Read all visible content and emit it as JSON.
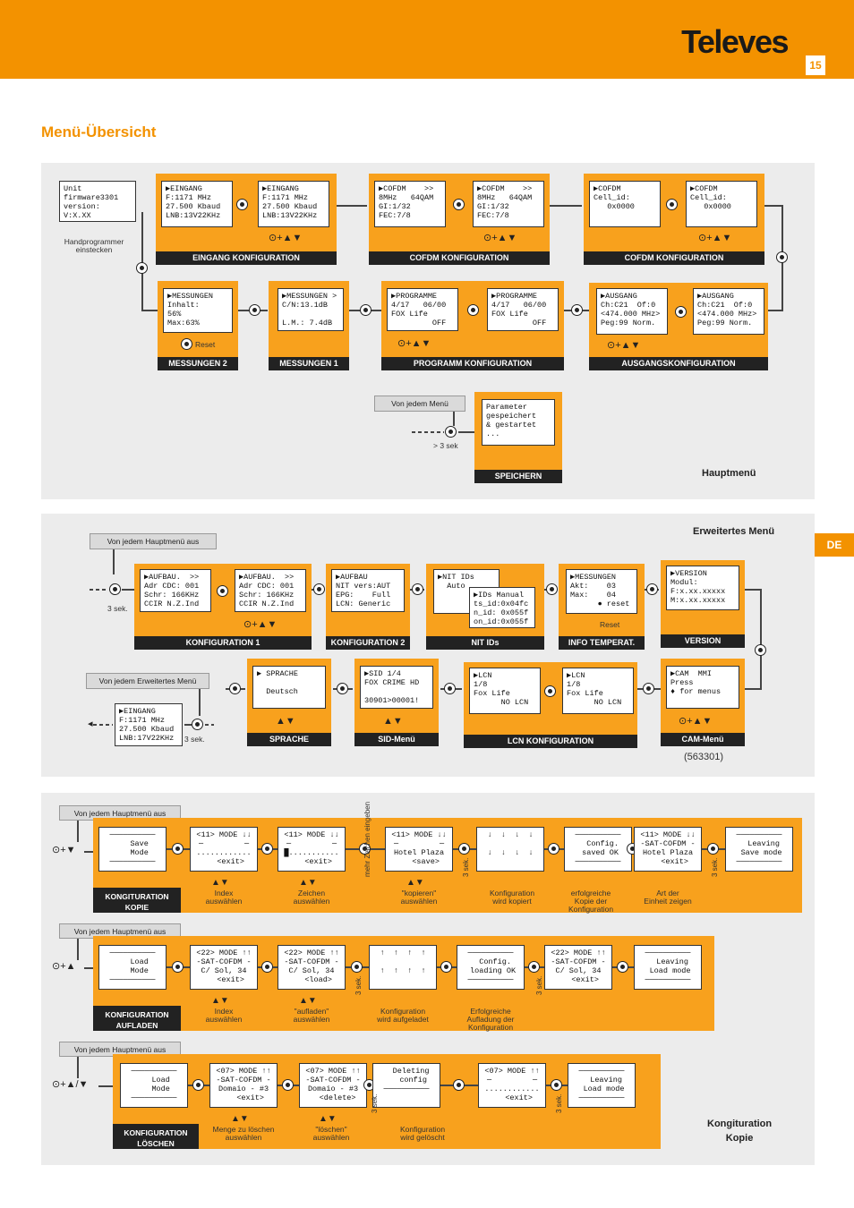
{
  "header": {
    "brand": "Televes",
    "page_number": "15"
  },
  "page_title": "Menü-Übersicht",
  "lang_tab": "DE",
  "main_menu": {
    "label": "Hauptmenü",
    "unit_screen": "Unit\nfirmware3301\nversion:\nV:X.XX",
    "unit_note": "Handprogrammer\neinstecken",
    "eingang": {
      "caption": "EINGANG KONFIGURATION",
      "s1": "▶EINGANG\nF:1171 MHz\n27.500 Kbaud\nLNB:13V22KHz",
      "s2": "▶EINGANG\nF:1171 MHz\n27.500 Kbaud\nLNB:13V22KHz"
    },
    "cofdm1": {
      "caption": "COFDM KONFIGURATION",
      "s1": "▶COFDM    >>\n8MHz   64QAM\nGI:1/32\nFEC:7/8",
      "s2": "▶COFDM    >>\n8MHz   64QAM\nGI:1/32\nFEC:7/8"
    },
    "cofdm2": {
      "caption": "COFDM KONFIGURATION",
      "s1": "▶COFDM\nCell_id:\n   0x0000",
      "s2": "▶COFDM\nCell_id:\n   0x0000"
    },
    "mess2": {
      "caption": "MESSUNGEN 2",
      "s1": "▶MESSUNGEN\nInhalt:\n56%\nMax:63%",
      "reset": "Reset"
    },
    "mess1": {
      "caption": "MESSUNGEN 1",
      "s1": "▶MESSUNGEN >\nC/N:13.1dB\n\nL.M.: 7.4dB"
    },
    "prog": {
      "caption": "PROGRAMM KONFIGURATION",
      "s1": "▶PROGRAMME\n4/17   06/00\nFOX Life\n         OFF",
      "s2": "▶PROGRAMME\n4/17   06/00\nFOX Life\n         OFF"
    },
    "ausgang": {
      "caption": "AUSGANGSKONFIGURATION",
      "s1": "▶AUSGANG\nCh:C21  Of:0\n<474.000 MHz>\nPeg:99 Norm.",
      "s2": "▶AUSGANG\nCh:C21  Of:0\n<474.000 MHz>\nPeg:99 Norm."
    },
    "speichern": {
      "caption": "SPEICHERN",
      "s1": "Parameter\ngespeichert\n& gestartet\n...",
      "from": "Von jedem Menü",
      "note": "> 3 sek"
    }
  },
  "ext_menu": {
    "label": "Erweitertes Menü",
    "from": "Von jedem Hauptmenü aus",
    "from2": "Von jedem Erweitertes Menü",
    "sek": "3 sek.",
    "sek2": "3 sek.",
    "eingang_screen": "▶EINGANG\nF:1171 MHz\n27.500 Kbaud\nLNB:17V22KHz",
    "konf1": {
      "caption": "KONFIGURATION 1",
      "s1": "▶AUFBAU.  >>\nAdr CDC: 001\nSchr: 166KHz\nCCIR N.Z.Ind",
      "s2": "▶AUFBAU.  >>\nAdr CDC: 001\nSchr: 166KHz\nCCIR N.Z.Ind"
    },
    "konf2": {
      "caption": "KONFIGURATION 2",
      "s1": "▶AUFBAU\nNIT vers:AUT\nEPG:    Full\nLCN: Generic"
    },
    "nit": {
      "caption": "NIT IDs",
      "s1": "▶NIT IDs\n  Auto",
      "s2": "▶IDs Manual\nts_id:0x04fc\nn_id: 0x055f\non_id:0x055f"
    },
    "info": {
      "caption": "INFO TEMPERAT.",
      "s1": "▶MESSUNGEN\nAkt:    03\nMax:    04\n      ● reset",
      "reset": "Reset"
    },
    "version": {
      "caption": "VERSION",
      "s1": "▶VERSION\nModul:\nF:x.xx.xxxxx\nM:x.xx.xxxxx"
    },
    "sprache": {
      "caption": "SPRACHE",
      "s1": "▶ SPRACHE\n\n  Deutsch"
    },
    "sid": {
      "caption": "SID-Menü",
      "s1": "▶SID 1/4\nFOX CRIME HD\n\n30901>00001!"
    },
    "lcn": {
      "caption": "LCN KONFIGURATION",
      "s1": "▶LCN\n1/8\nFox Life\n      NO LCN",
      "s2": "▶LCN\n1/8\nFox Life\n      NO LCN"
    },
    "cam": {
      "caption": "CAM-Menü",
      "s1": "▶CAM  MMI\nPress\n♦ for menus"
    },
    "model": "(563301)"
  },
  "copy": {
    "label": "Kongituration\nKopie",
    "from": "Von jedem Hauptmenü aus",
    "kopie": {
      "caption": "KONGITURATION\nKOPIE",
      "screens": [
        "──────────\n   Save\n   Mode\n──────────",
        "<11> MODE ↓↓\n─         ─\n............\n   <exit>",
        "<11> MODE ↓↓\n─         ─\n█...........\n   <exit>",
        "<11> MODE ↓↓\n─         ─\nHotel Plaza\n   <save>",
        "↓  ↓  ↓  ↓\n\n↓  ↓  ↓  ↓",
        "──────────\n  Config.\n saved OK\n──────────",
        "<11> MODE ↓↓\n-SAT-COFDM -\nHotel Plaza\n   <exit>",
        "──────────\n  Leaving\n Save mode\n──────────"
      ],
      "notes": [
        "Index\nauswählen",
        "Zeichen\nauswählen",
        "mehr Zeichen\neingeben",
        "\"kopieren\"\nauswählen",
        "3 sek.",
        "Konfiguration\nwird kopiert",
        "erfolgreiche\nKopie der\nKonfiguration",
        "Art der\nEinheit zeigen",
        "3 sek."
      ]
    },
    "laden": {
      "caption": "KONFIGURATION\nAUFLADEN",
      "screens": [
        "──────────\n   Load\n   Mode\n──────────",
        "<22> MODE ↑↑\n-SAT-COFDM -\nC/ Sol, 34\n   <exit>",
        "<22> MODE ↑↑\n-SAT-COFDM -\nC/ Sol, 34\n   <load>",
        "↑  ↑  ↑  ↑\n\n↑  ↑  ↑  ↑",
        "──────────\n  Config.\n loading OK\n──────────",
        "<22> MODE ↑↑\n-SAT-COFDM -\nC/ Sol, 34\n   <exit>",
        "──────────\n  Leaving\n Load mode\n──────────"
      ],
      "notes": [
        "Index\nauswählen",
        "\"aufladen\"\nauswählen",
        "3 sek.",
        "Konfiguration\nwird aufgeladet",
        "Erfolgreiche\nAufladung der\nKonfiguration",
        "3 sek."
      ]
    },
    "loeschen": {
      "caption": "KONFIGURATION\nLÖSCHEN",
      "screens": [
        "──────────\n   Load\n   Mode\n──────────",
        "<07> MODE ↑↑\n-SAT-COFDM -\nDomaio - #3\n   <exit>",
        "<07> MODE ↑↑\n-SAT-COFDM -\nDomaio - #3\n  <delete>",
        "  Deleting\n   config\n──────────",
        "<07> MODE ↑↑\n─         ─\n............\n   <exit>",
        "──────────\n  Leaving\n Load mode\n──────────"
      ],
      "notes": [
        "Menge zu löschen\nauswählen",
        "\"löschen\"\nauswählen",
        "3 sek.",
        "Konfiguration\nwird gelöscht",
        "3 sek."
      ]
    }
  },
  "colors": {
    "accent": "#f39200",
    "panel": "#ececec",
    "dark": "#222222"
  }
}
